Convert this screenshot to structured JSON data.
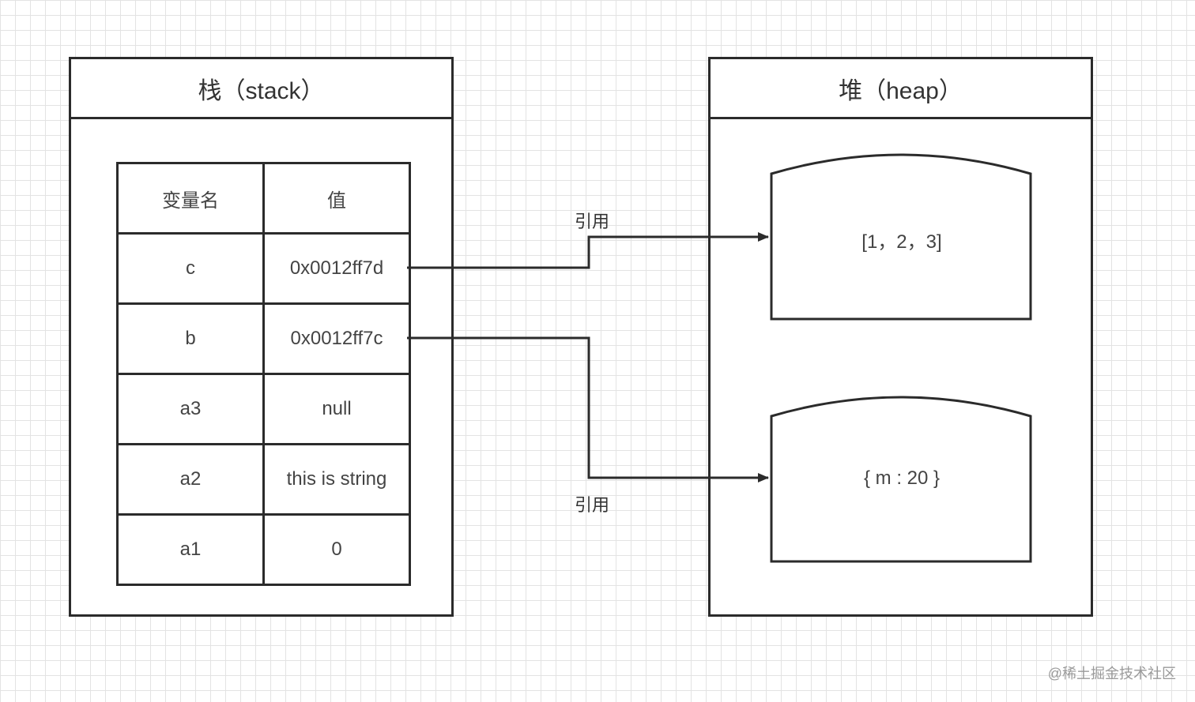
{
  "stack": {
    "title": "栈（stack）",
    "headers": [
      "变量名",
      "值"
    ],
    "rows": [
      {
        "name": "c",
        "value": "0x0012ff7d"
      },
      {
        "name": "b",
        "value": "0x0012ff7c"
      },
      {
        "name": "a3",
        "value": "null"
      },
      {
        "name": "a2",
        "value": "this is string"
      },
      {
        "name": "a1",
        "value": "0"
      }
    ]
  },
  "heap": {
    "title": "堆（heap）",
    "objects": [
      {
        "content": "[1，2，3]"
      },
      {
        "content": "{ m : 20 }"
      }
    ]
  },
  "references": [
    {
      "label": "引用",
      "from": "c",
      "to": "[1，2，3]"
    },
    {
      "label": "引用",
      "from": "b",
      "to": "{ m : 20 }"
    }
  ],
  "watermark": "@稀土掘金技术社区"
}
